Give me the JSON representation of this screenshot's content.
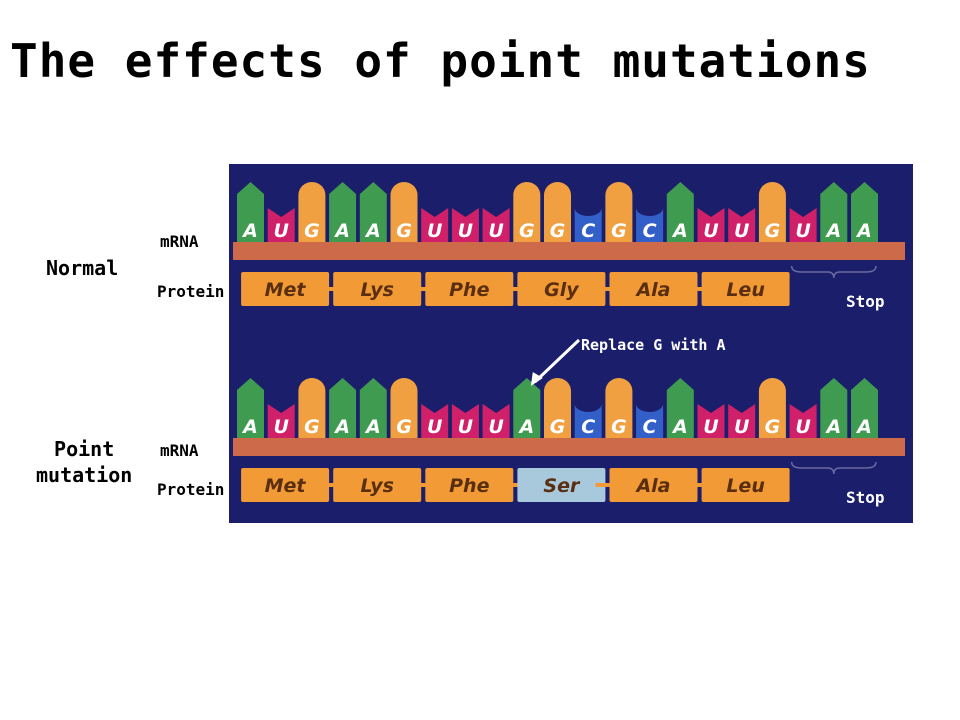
{
  "title": "The effects of point mutations",
  "labels": {
    "normal": "Normal",
    "point_line1": "Point",
    "point_line2": "mutation",
    "mrna": "mRNA",
    "protein": "Protein",
    "stop": "Stop",
    "replace": "Replace G with A"
  },
  "normal": {
    "bases": [
      "A",
      "U",
      "G",
      "A",
      "A",
      "G",
      "U",
      "U",
      "U",
      "G",
      "G",
      "C",
      "G",
      "C",
      "A",
      "U",
      "U",
      "G",
      "U",
      "A",
      "A"
    ],
    "codons": [
      "Met",
      "Lys",
      "Phe",
      "Gly",
      "Ala",
      "Leu"
    ]
  },
  "mutated": {
    "bases": [
      "A",
      "U",
      "G",
      "A",
      "A",
      "G",
      "U",
      "U",
      "U",
      "A",
      "G",
      "C",
      "G",
      "C",
      "A",
      "U",
      "U",
      "G",
      "U",
      "A",
      "A"
    ],
    "codons": [
      "Met",
      "Lys",
      "Phe",
      "Ser",
      "Ala",
      "Leu"
    ],
    "changed_codon_index": 3
  },
  "colors": {
    "A": "#3f9b4f",
    "U": "#d0206a",
    "G": "#f0a040",
    "C": "#3260c8",
    "backbone": "#cc6a4a",
    "protein": "#f29a36",
    "changed_protein": "#a8c8dc",
    "panel": "#1b1f6b"
  }
}
